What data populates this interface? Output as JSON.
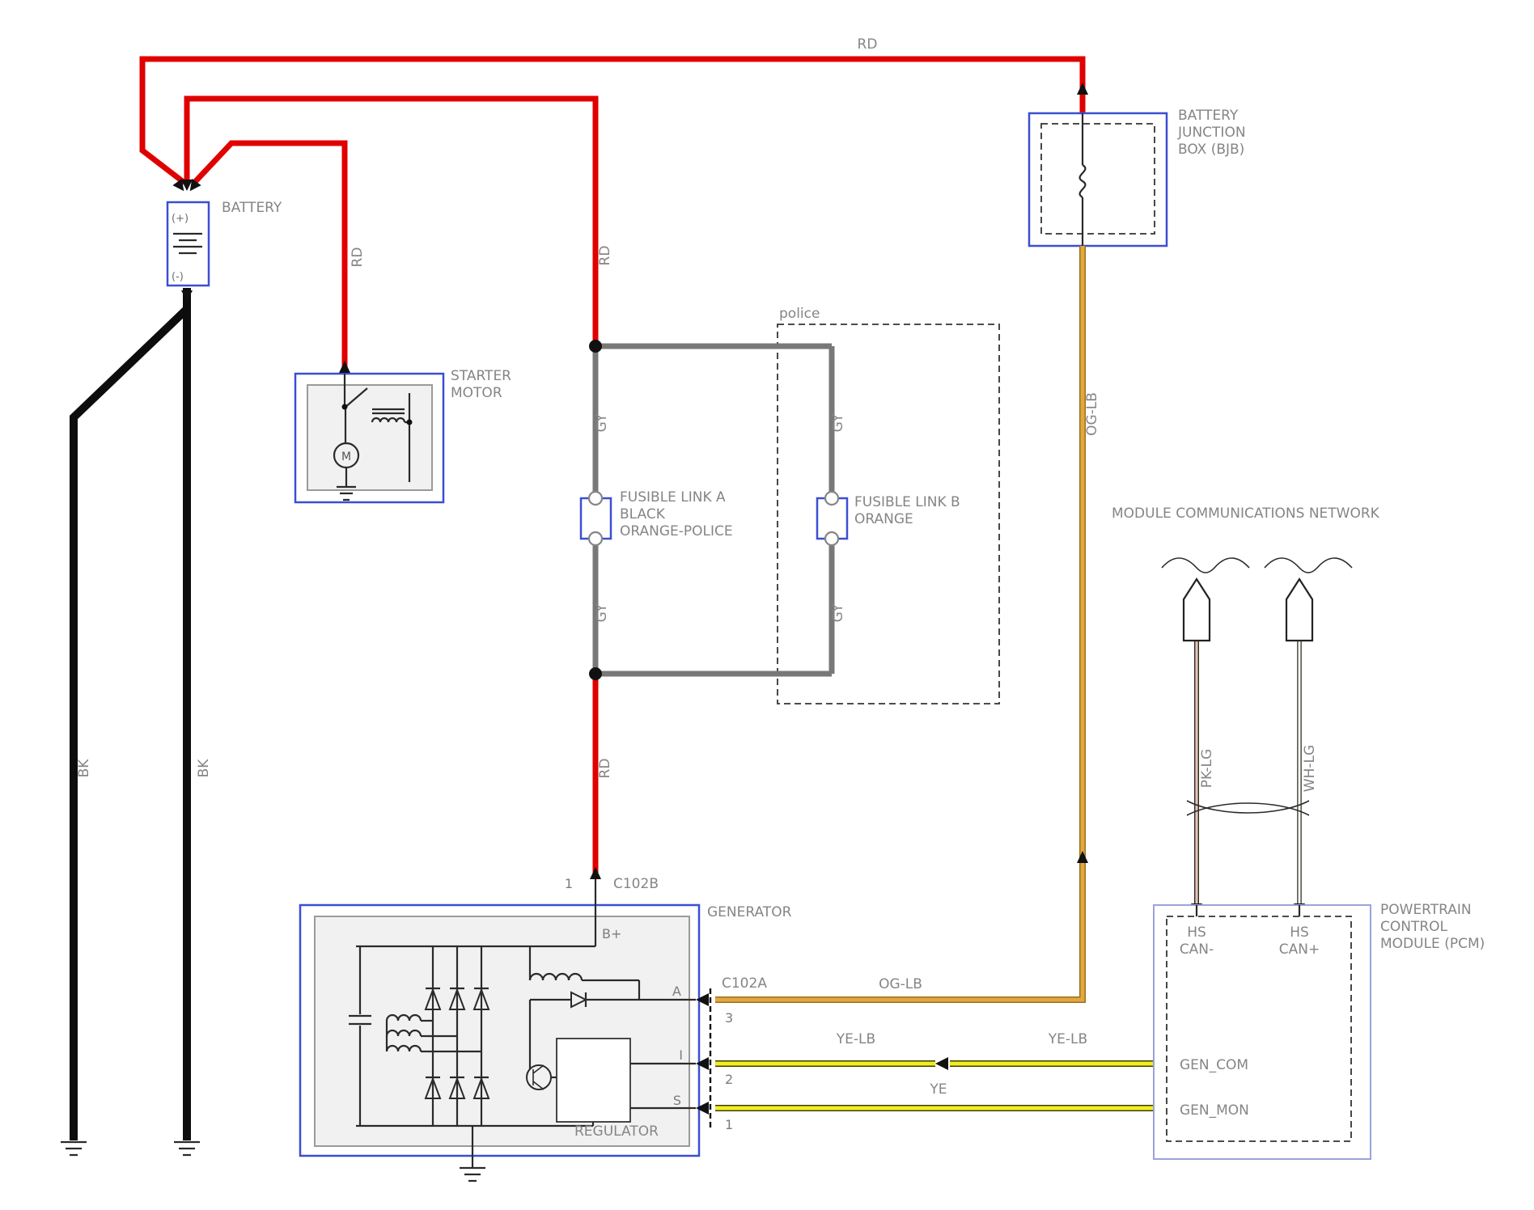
{
  "diagram": {
    "battery": {
      "label": "BATTERY",
      "plus": "(+)",
      "minus": "(-)"
    },
    "starter_motor": {
      "line1": "STARTER",
      "line2": "MOTOR",
      "motor": "M"
    },
    "battery_junction_box": {
      "line1": "BATTERY",
      "line2": "JUNCTION",
      "line3": "BOX (BJB)"
    },
    "police_branch": {
      "label": "police"
    },
    "fusible_link_a": {
      "line1": "FUSIBLE LINK A",
      "line2": "BLACK",
      "line3": "ORANGE-POLICE"
    },
    "fusible_link_b": {
      "line1": "FUSIBLE LINK B",
      "line2": "ORANGE"
    },
    "module_communications_network": {
      "label": "MODULE COMMUNICATIONS NETWORK"
    },
    "pcm": {
      "line1": "POWERTRAIN",
      "line2": "CONTROL",
      "line3": "MODULE (PCM)",
      "hs_can_minus_1": "HS",
      "hs_can_minus_2": "CAN-",
      "hs_can_plus_1": "HS",
      "hs_can_plus_2": "CAN+",
      "gen_com": "GEN_COM",
      "gen_mon": "GEN_MON"
    },
    "generator": {
      "label": "GENERATOR",
      "regulator": "REGULATOR",
      "b_plus": "B+",
      "pin_a": "A",
      "pin_i": "I",
      "pin_s": "S",
      "c102b": "C102B",
      "c102a": "C102A",
      "pin1_top": "1",
      "pin3": "3",
      "pin2": "2",
      "pin1_bottom": "1"
    },
    "wires": {
      "rd_top": "RD",
      "rd_upper": "RD",
      "rd_starter": "RD",
      "rd_lower": "RD",
      "gy_left_upper": "GY",
      "gy_right_upper": "GY",
      "gy_left_lower": "GY",
      "gy_right_lower": "GY",
      "bk_left": "BK",
      "bk_right": "BK",
      "og_lb_vertical": "OG-LB",
      "og_lb_horizontal": "OG-LB",
      "ye_lb_left": "YE-LB",
      "ye_lb_right": "YE-LB",
      "ye": "YE",
      "pk_lg": "PK-LG",
      "wh_lg": "WH-LG"
    },
    "colors": {
      "wire_red": "#e00000",
      "wire_black": "#0d0d0d",
      "wire_gray": "#787878",
      "wire_orange": "#e2a73e",
      "wire_yellow": "#f0ee22",
      "wire_pink": "#e6c6b2",
      "wire_white": "#fbfbf2",
      "box_blue": "#3a4fd4",
      "pcm_border": "#9aa3d8",
      "label_gray": "#858585"
    }
  }
}
